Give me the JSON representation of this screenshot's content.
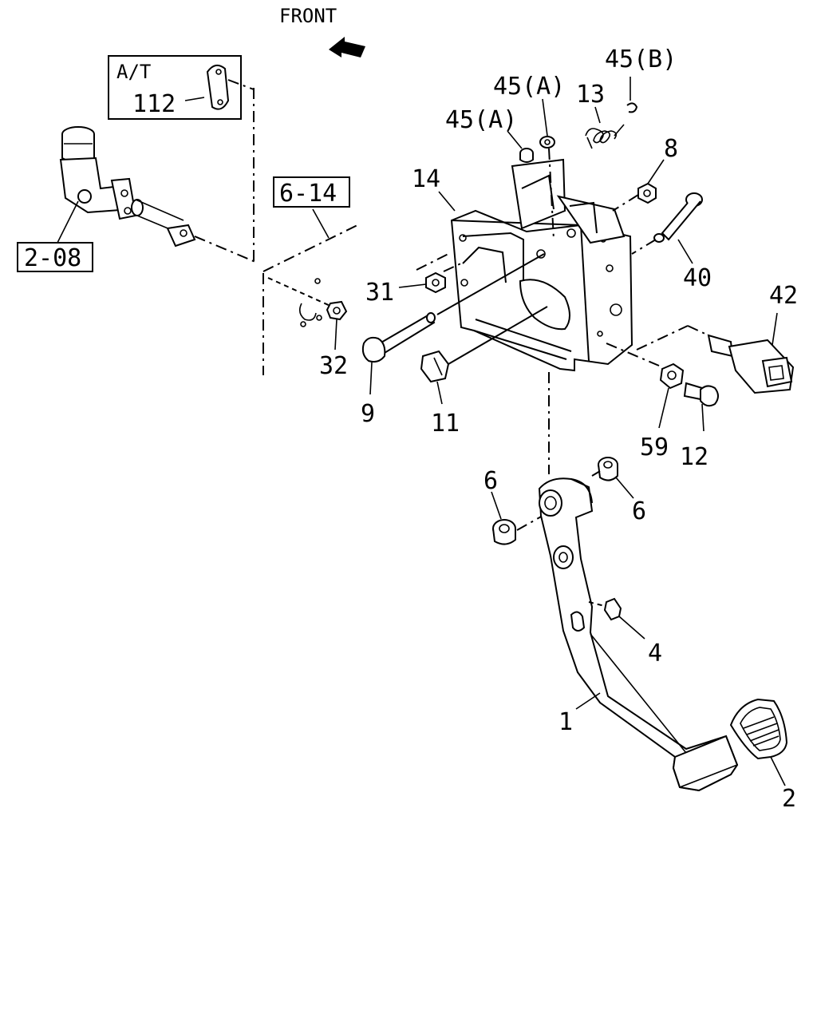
{
  "header": {
    "front_label": "FRONT"
  },
  "inset": {
    "title": "A/T",
    "part": "112"
  },
  "references": {
    "left": "2-08",
    "center": "6-14"
  },
  "callouts": {
    "p45a_upper": "45(A)",
    "p45a_lower": "45(A)",
    "p45b": "45(B)",
    "p13": "13",
    "p8": "8",
    "p14": "14",
    "p40": "40",
    "p31": "31",
    "p42": "42",
    "p32": "32",
    "p9": "9",
    "p11": "11",
    "p59": "59",
    "p12": "12",
    "p6_left": "6",
    "p6_right": "6",
    "p4": "4",
    "p1": "1",
    "p2": "2"
  }
}
